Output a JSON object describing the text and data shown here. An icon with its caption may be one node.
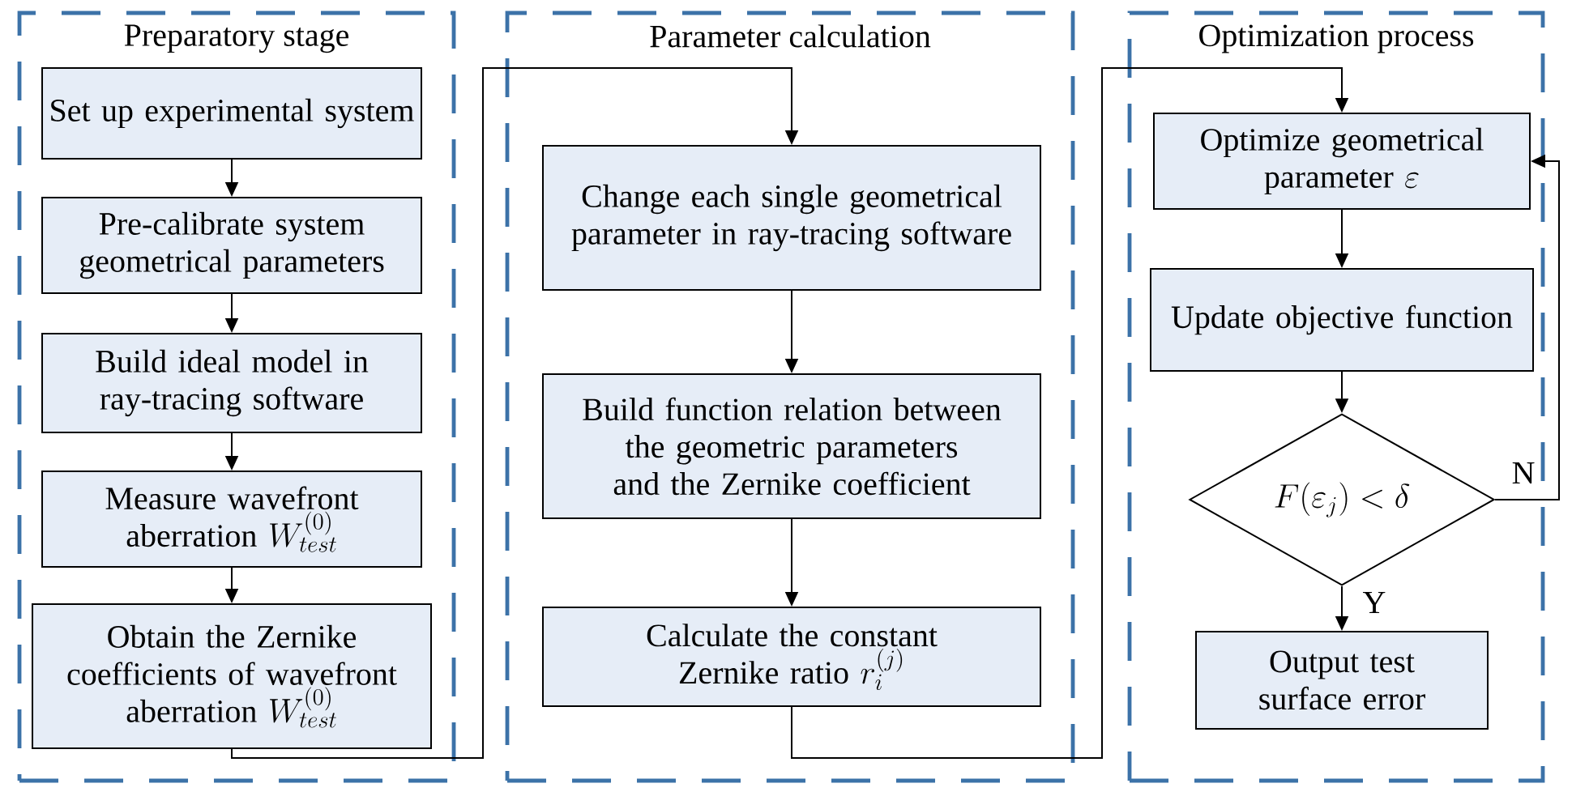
{
  "diagram": {
    "nodes": [
      {
        "text": [
          "Preparatory stage"
        ]
      },
      {
        "text": [
          "Set up experimental system"
        ],
        "in": 0
      },
      {
        "text": [
          "Pre-calibrate system geometrical parameters"
        ],
        "in": 0
      },
      {
        "text": [
          "Build ideal model in ray-tracing software"
        ],
        "in": 0
      },
      {
        "text": [
          "Measure wavefront aberration",
          "W_{test}^{(0)}"
        ],
        "in": 0
      },
      {
        "text": [
          "Obtain the Zernike coefficients of wavefront aberration",
          "W_{test}^{(0)}"
        ],
        "in": 0
      },
      {
        "text": [
          "Parameter calculation"
        ]
      },
      {
        "text": [
          "Change each single geometrical parameter in ray-tracing software"
        ],
        "in": 6
      },
      {
        "text": [
          "Build function relation between the geometric parameters and the Zernike coefficient"
        ],
        "in": 6
      },
      {
        "text": [
          "Calculate the constant Zernike ratio",
          "r_i^{(j)}"
        ],
        "in": 6
      },
      {
        "text": [
          "Optimization process"
        ]
      },
      {
        "text": [
          "Optimize geometrical parameter",
          "\\varepsilon"
        ],
        "in": 10
      },
      {
        "text": [
          "Update objective function"
        ],
        "in": 10
      },
      {
        "text": [
          "F(\\varepsilon_j) < \\delta"
        ],
        "in": 10
      },
      {
        "text": [
          "Output test surface error"
        ],
        "in": 10
      }
    ],
    "edges": [
      {
        "from": 1,
        "to": 2,
        "arrow": "to"
      },
      {
        "from": 2,
        "to": 3,
        "arrow": "to"
      },
      {
        "from": 3,
        "to": 4,
        "arrow": "to"
      },
      {
        "from": 4,
        "to": 5,
        "arrow": "to"
      },
      {
        "from": 5,
        "to": 7,
        "arrow": "to"
      },
      {
        "from": 7,
        "to": 8,
        "arrow": "to"
      },
      {
        "from": 8,
        "to": 9,
        "arrow": "to"
      },
      {
        "from": 9,
        "to": 11,
        "arrow": "to"
      },
      {
        "from": 11,
        "to": 12,
        "arrow": "to"
      },
      {
        "from": 12,
        "to": 13,
        "arrow": "to"
      },
      {
        "from": 13,
        "to": 11,
        "label": "N",
        "arrow": "to"
      },
      {
        "from": 13,
        "to": 14,
        "label": "Y",
        "arrow": "to"
      }
    ]
  }
}
